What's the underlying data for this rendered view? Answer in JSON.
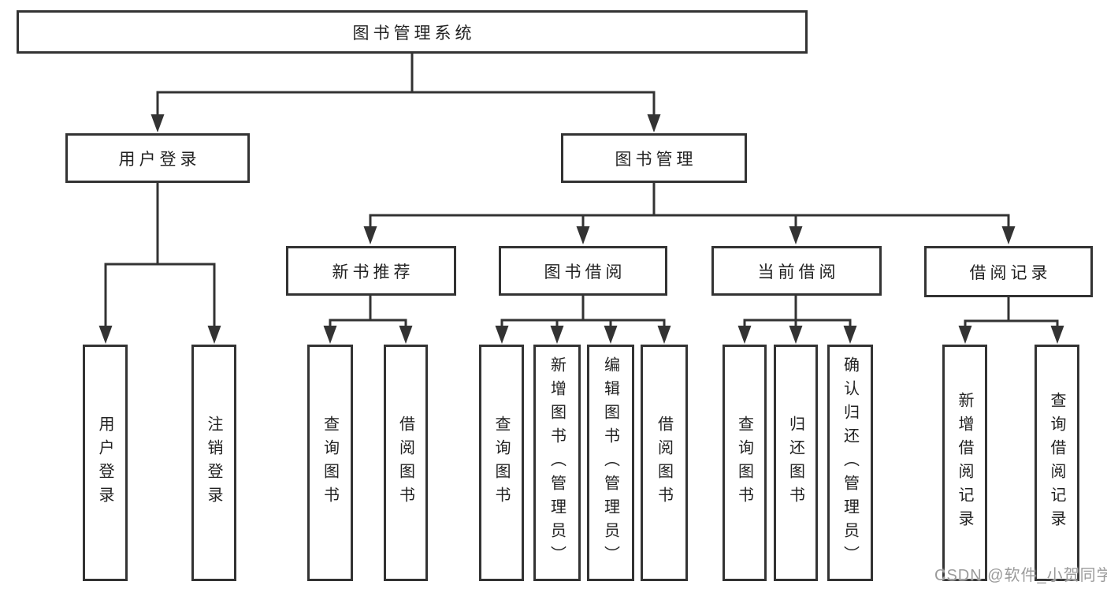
{
  "tree": {
    "label": "图书管理系统",
    "children": [
      {
        "label": "用户登录",
        "children": [
          {
            "label": "用户登录"
          },
          {
            "label": "注销登录"
          }
        ]
      },
      {
        "label": "图书管理",
        "children": [
          {
            "label": "新书推荐",
            "children": [
              {
                "label": "查询图书"
              },
              {
                "label": "借阅图书"
              }
            ]
          },
          {
            "label": "图书借阅",
            "children": [
              {
                "label": "查询图书"
              },
              {
                "label": "新增图书（管理员）"
              },
              {
                "label": "编辑图书（管理员）"
              },
              {
                "label": "借阅图书"
              }
            ]
          },
          {
            "label": "当前借阅",
            "children": [
              {
                "label": "查询图书"
              },
              {
                "label": "归还图书"
              },
              {
                "label": "确认归还（管理员）"
              }
            ]
          },
          {
            "label": "借阅记录",
            "children": [
              {
                "label": "新增借阅记录"
              },
              {
                "label": "查询借阅记录"
              }
            ]
          }
        ]
      }
    ]
  },
  "watermark": {
    "text": "CSDN @软件_小贺同学"
  },
  "colors": {
    "line": "#333333",
    "text": "#222222",
    "watermark": "#9b9b9b",
    "canvas_bg": "#ffffff"
  }
}
